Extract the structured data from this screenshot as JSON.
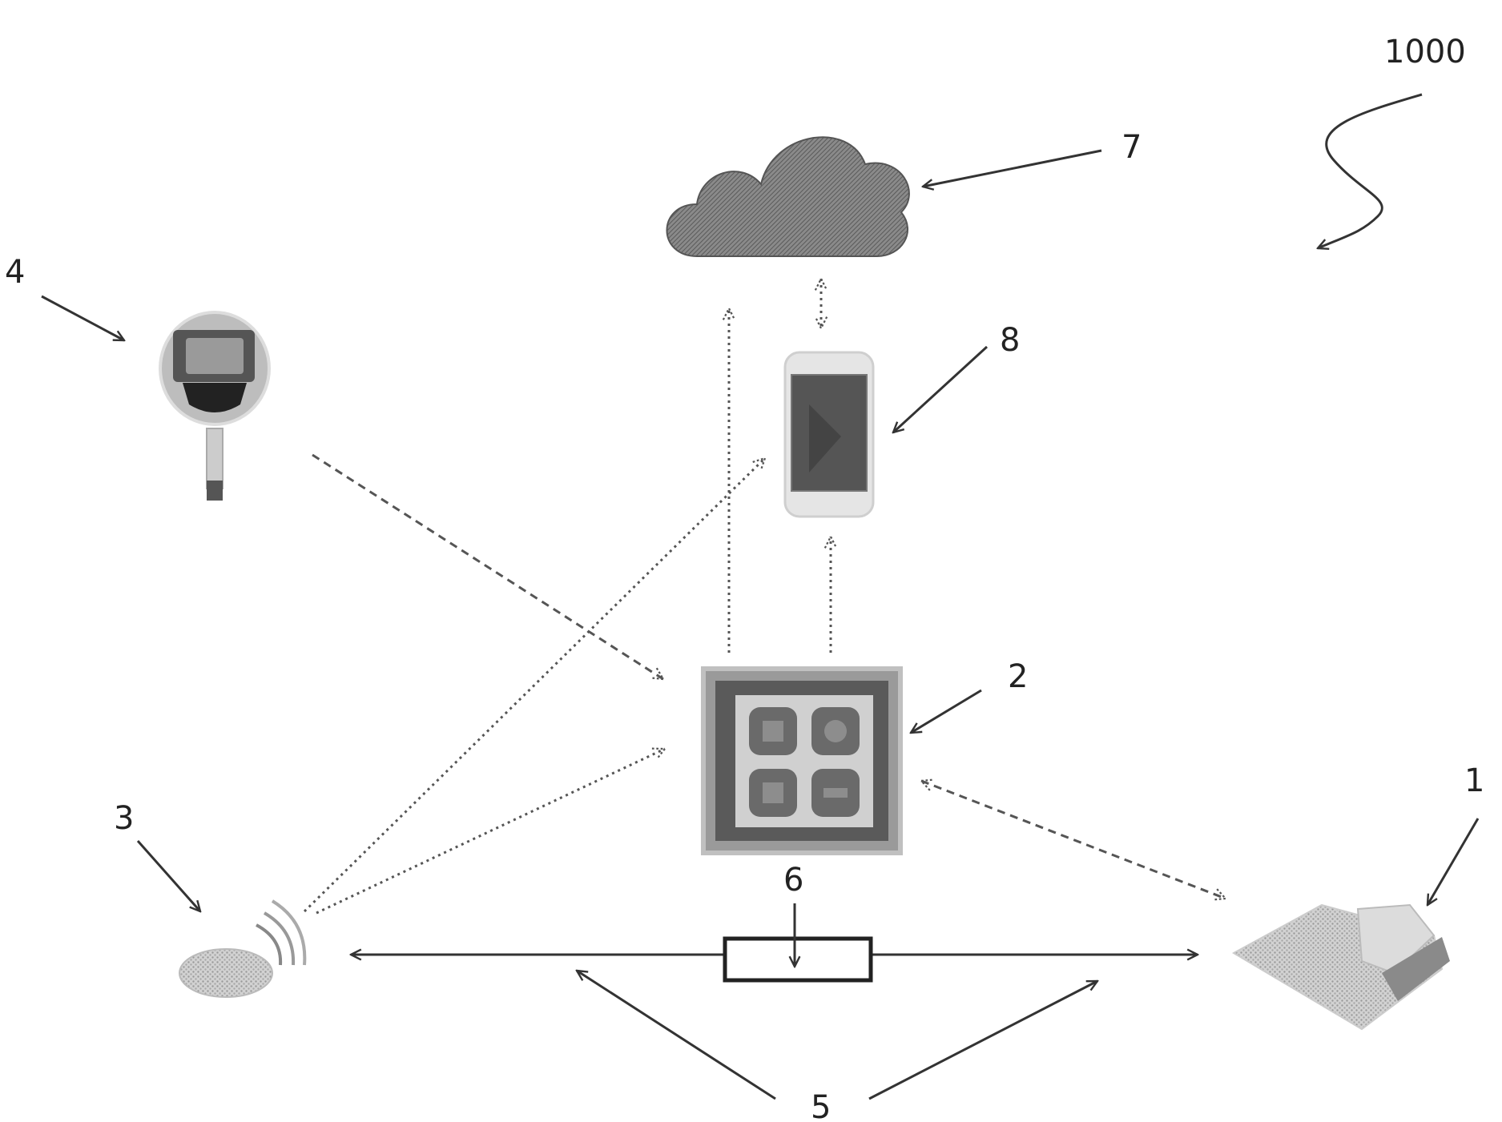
{
  "figure": {
    "label": "1000"
  },
  "references": {
    "pump": "1",
    "controller": "2",
    "sensor": "3",
    "meter": "4",
    "link": "5",
    "link_element": "6",
    "cloud": "7",
    "phone": "8"
  },
  "colors": {
    "stroke": "#333333",
    "device_fill": "#6e6e6e",
    "light_fill": "#bdbdbd",
    "background": "#ffffff"
  },
  "icons": [
    "cloud-icon",
    "smartphone-icon",
    "glucose-meter-icon",
    "tablet-controller-icon",
    "sensor-patch-icon",
    "insulin-pump-icon"
  ]
}
